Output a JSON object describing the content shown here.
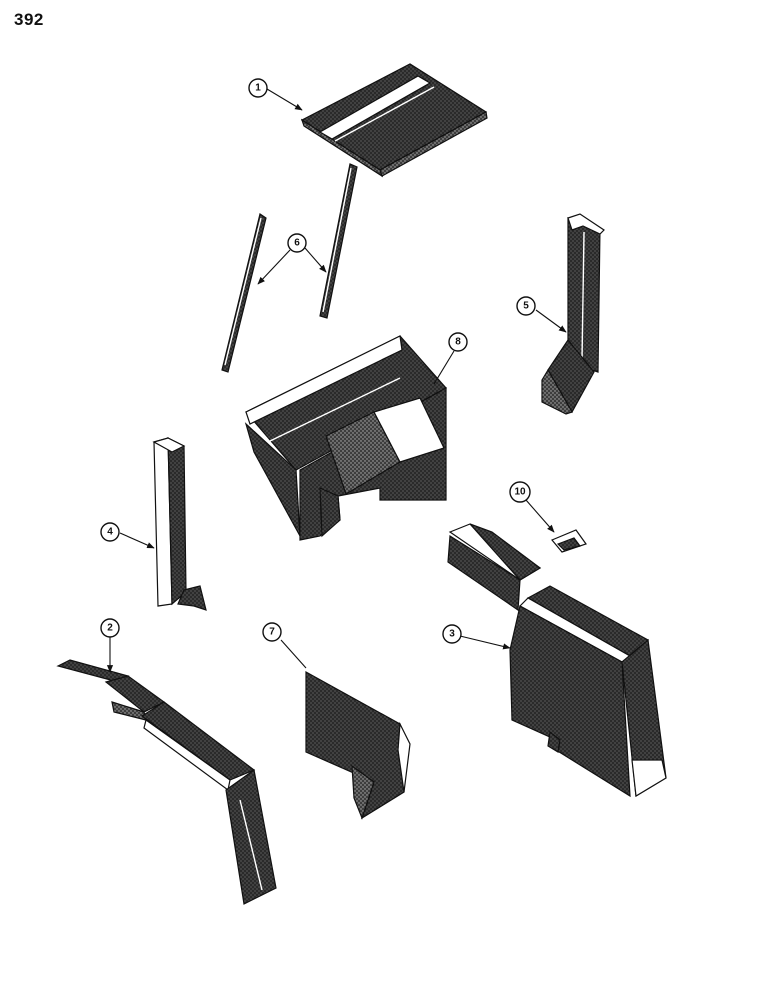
{
  "page": {
    "number": "392"
  },
  "colors": {
    "ink": "#111111",
    "paper": "#ffffff"
  },
  "callouts": [
    {
      "id": "1",
      "label": "1"
    },
    {
      "id": "2",
      "label": "2"
    },
    {
      "id": "3",
      "label": "3"
    },
    {
      "id": "4",
      "label": "4"
    },
    {
      "id": "5",
      "label": "5"
    },
    {
      "id": "6",
      "label": "6"
    },
    {
      "id": "7",
      "label": "7"
    },
    {
      "id": "8",
      "label": "8"
    },
    {
      "id": "10",
      "label": "10"
    }
  ]
}
